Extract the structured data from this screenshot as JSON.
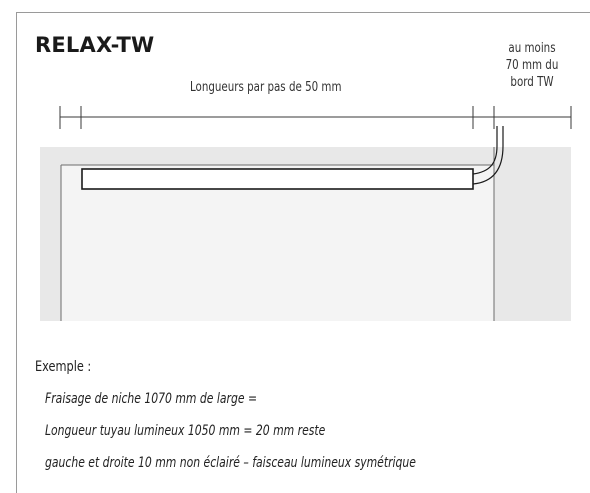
{
  "title": "RELAX-TW",
  "dimension_labels": {
    "lengths": "Longueurs par pas de 50 mm",
    "edge_distance": [
      "au moins",
      "70 mm du",
      "bord TW"
    ]
  },
  "example": {
    "heading": "Exemple :",
    "lines": [
      "Fraisage de niche 1070 mm de large =",
      "Longueur tuyau lumineux 1050 mm = 20 mm reste",
      "gauche et droite 10 mm non éclairé – faisceau lumineux symétrique"
    ]
  },
  "colors": {
    "panel": "#e8e8e8",
    "niche": "#f4f4f4",
    "outline": "#6d6d6d",
    "stroke": "#1a1a1a"
  }
}
